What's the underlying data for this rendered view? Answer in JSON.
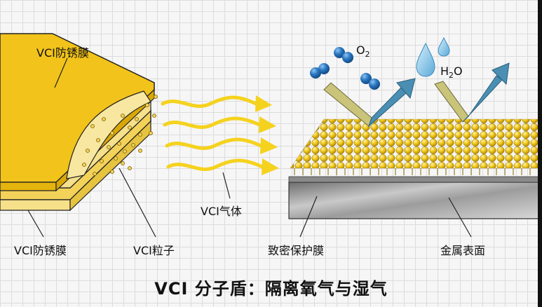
{
  "labels": {
    "film_top": "VCI防锈膜",
    "film_bottom": "VCI防锈膜",
    "particles": "VCI粒子",
    "gas": "VCI气体",
    "protective_film": "致密保护膜",
    "metal_surface": "金属表面"
  },
  "chem": {
    "oxygen_base": "O",
    "oxygen_sub": "2",
    "water_h": "H",
    "water_sub": "2",
    "water_o": "O"
  },
  "title": "VCI 分子盾：隔离氧气与湿气",
  "colors": {
    "film_yellow": "#f2c21b",
    "film_light": "#f6df7a",
    "gas_arrow": "#f5d21e",
    "molecule_blue": "#1f6fb8",
    "droplet_blue": "#7cc0e8",
    "arrow_olive": "#c9c47a",
    "arrow_blue": "#4a8fb3",
    "metal_gray": "#9a9a9a"
  },
  "icons": [
    "oxygen-molecule-icon",
    "water-droplet-icon",
    "deflect-arrow-icon",
    "gas-wave-arrow-icon"
  ]
}
